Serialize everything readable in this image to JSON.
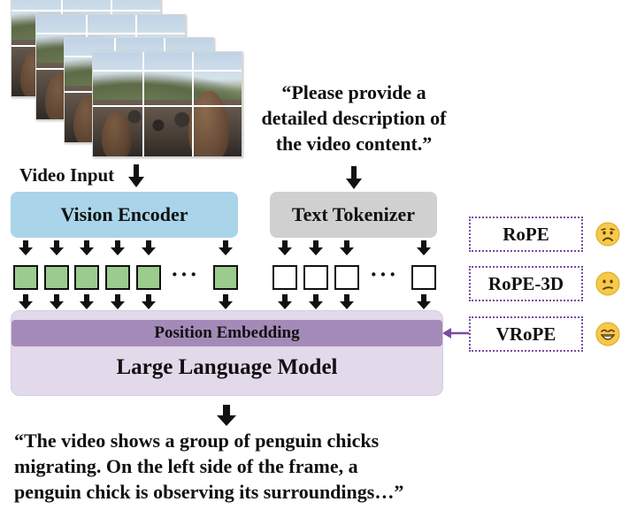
{
  "video_input": {
    "label": "Video Input",
    "frame_count": 4
  },
  "prompt": {
    "lines": [
      "“Please provide a",
      "detailed description of",
      "the video content.”"
    ]
  },
  "vision_encoder": {
    "label": "Vision Encoder"
  },
  "text_tokenizer": {
    "label": "Text Tokenizer"
  },
  "tokens": {
    "vision_color": "#9ccb8e",
    "text_color": "#ffffff",
    "ellipsis": "···"
  },
  "llm": {
    "position_embedding": "Position Embedding",
    "label": "Large Language Model",
    "box_color": "#e2d9ea",
    "embedding_color": "#a48ab8"
  },
  "methods": [
    {
      "label": "RoPE",
      "emoji": "worried-face-icon"
    },
    {
      "label": "RoPE-3D",
      "emoji": "confused-face-icon"
    },
    {
      "label": "VRoPE",
      "emoji": "grinning-face-icon"
    }
  ],
  "output": {
    "lines": [
      "“The video shows a group of penguin chicks",
      "migrating. On the left side of the frame, a",
      "penguin chick is observing its surroundings…”"
    ]
  },
  "colors": {
    "vision_encoder": "#a9d4ea",
    "text_tokenizer": "#d0d0d0",
    "method_border": "#7a4aa0"
  }
}
